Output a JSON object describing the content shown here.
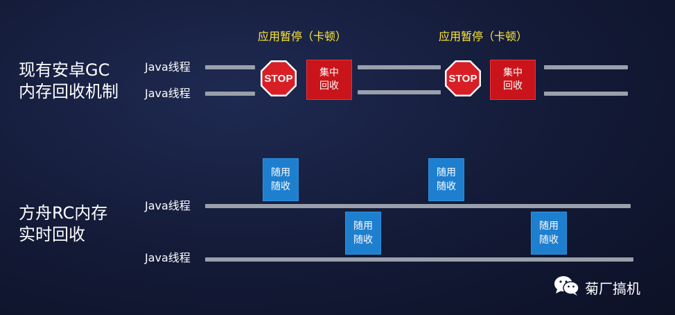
{
  "top_section": {
    "title_line1": "现有安卓GC",
    "title_line2": "内存回收机制",
    "thread_label_1": "Java线程",
    "thread_label_2": "Java线程",
    "pause_label_1": "应用暂停（卡顿）",
    "pause_label_2": "应用暂停（卡顿）",
    "stop_sign_text_1": "STOP",
    "stop_sign_text_2": "STOP",
    "gc_box_1_line1": "集中",
    "gc_box_1_line2": "回收",
    "gc_box_2_line1": "集中",
    "gc_box_2_line2": "回收"
  },
  "bottom_section": {
    "title_line1": "方舟RC内存",
    "title_line2": "实时回收",
    "thread_label_1": "Java线程",
    "thread_label_2": "Java线程",
    "rc_boxes": [
      {
        "line1": "随用",
        "line2": "随收"
      },
      {
        "line1": "随用",
        "line2": "随收"
      },
      {
        "line1": "随用",
        "line2": "随收"
      },
      {
        "line1": "随用",
        "line2": "随收"
      }
    ]
  },
  "watermark": {
    "text": "菊厂搞机",
    "icon": "wechat-icon"
  },
  "colors": {
    "background": "#131a36",
    "thread_line": "#9aa0ab",
    "stop_red": "#d91f26",
    "gc_box": "#c8141a",
    "rc_box": "#1f7fcf",
    "pause_text": "#ffe93a"
  }
}
